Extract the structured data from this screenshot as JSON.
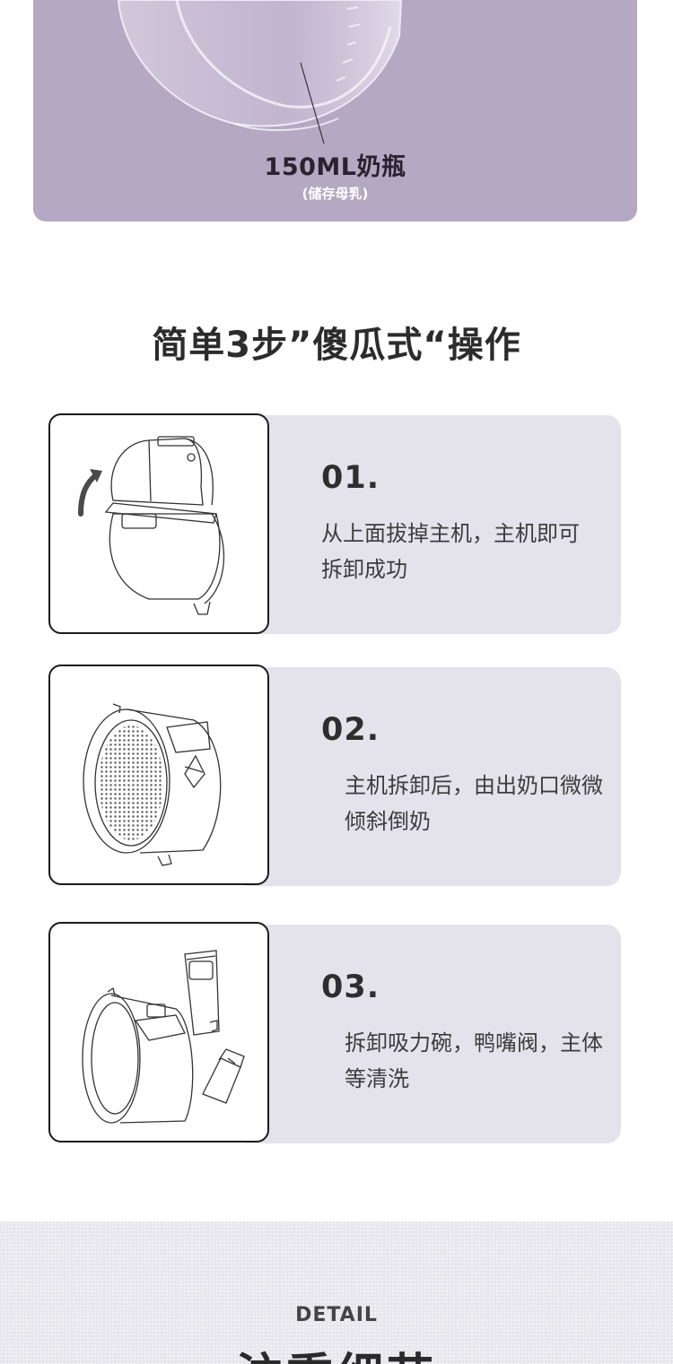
{
  "bottle": {
    "label": "150ML奶瓶",
    "sublabel": "(储存母乳)"
  },
  "section_title": "简单3步”傻瓜式“操作",
  "steps": [
    {
      "num": "01.",
      "text": "从上面拔掉主机，主机即可拆卸成功"
    },
    {
      "num": "02.",
      "text": "主机拆卸后，由出奶口微微倾斜倒奶"
    },
    {
      "num": "03.",
      "text": "拆卸吸力碗，鸭嘴阀，主体等清洗"
    }
  ],
  "detail": {
    "label": "DETAIL",
    "title": "注重细节"
  },
  "colors": {
    "panel": "#b4a8c2",
    "card": "#e4e3ec",
    "band": "#e7e6ec"
  }
}
